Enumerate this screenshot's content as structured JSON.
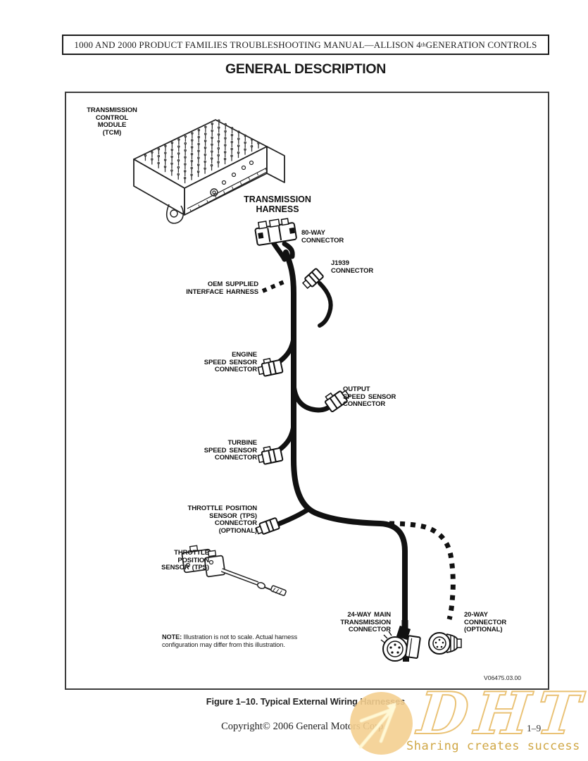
{
  "header": {
    "text_main": "1000 AND 2000 PRODUCT FAMILIES TROUBLESHOOTING MANUAL—ALLISON 4",
    "text_sup": "th",
    "text_tail": " GENERATION CONTROLS"
  },
  "title": "GENERAL DESCRIPTION",
  "figure": {
    "labels": {
      "tcm": [
        "TRANSMISSION",
        "CONTROL",
        "MODULE",
        "(TCM)"
      ],
      "harness": [
        "TRANSMISSION",
        "HARNESS"
      ],
      "way80": [
        "80-WAY",
        "CONNECTOR"
      ],
      "j1939": [
        "J1939",
        "CONNECTOR"
      ],
      "oem": [
        "OEM SUPPLIED",
        "INTERFACE HARNESS"
      ],
      "engine": [
        "ENGINE",
        "SPEED SENSOR",
        "CONNECTOR"
      ],
      "output": [
        "OUTPUT",
        "SPEED SENSOR",
        "CONNECTOR"
      ],
      "turbine": [
        "TURBINE",
        "SPEED SENSOR",
        "CONNECTOR"
      ],
      "tps_conn": [
        "THROTTLE POSITION",
        "SENSOR (TPS)",
        "CONNECTOR",
        "(OPTIONAL)"
      ],
      "tps": [
        "THROTTLE",
        "POSITION",
        "SENSOR (TPS)"
      ],
      "way24": [
        "24-WAY MAIN",
        "TRANSMISSION",
        "CONNECTOR"
      ],
      "way20": [
        "20-WAY",
        "CONNECTOR",
        "(OPTIONAL)"
      ]
    },
    "note_bold": "NOTE:",
    "note_text": " Illustration is not to scale.  Actual harness configuration may differ from this illustration.",
    "drawing_code": "V06475.03.00"
  },
  "caption": "Figure 1–10.  Typical External Wiring Harnesses",
  "footer": {
    "copyright": "Copyright© 2006 General Motors Corp.",
    "page_number": "1–9"
  },
  "watermark": {
    "initials": "DHT",
    "slogan": "Sharing creates success",
    "circle_color": "#f4cf90",
    "outline_color": "#e9bf6e",
    "slogan_color": "#cb9d31"
  }
}
